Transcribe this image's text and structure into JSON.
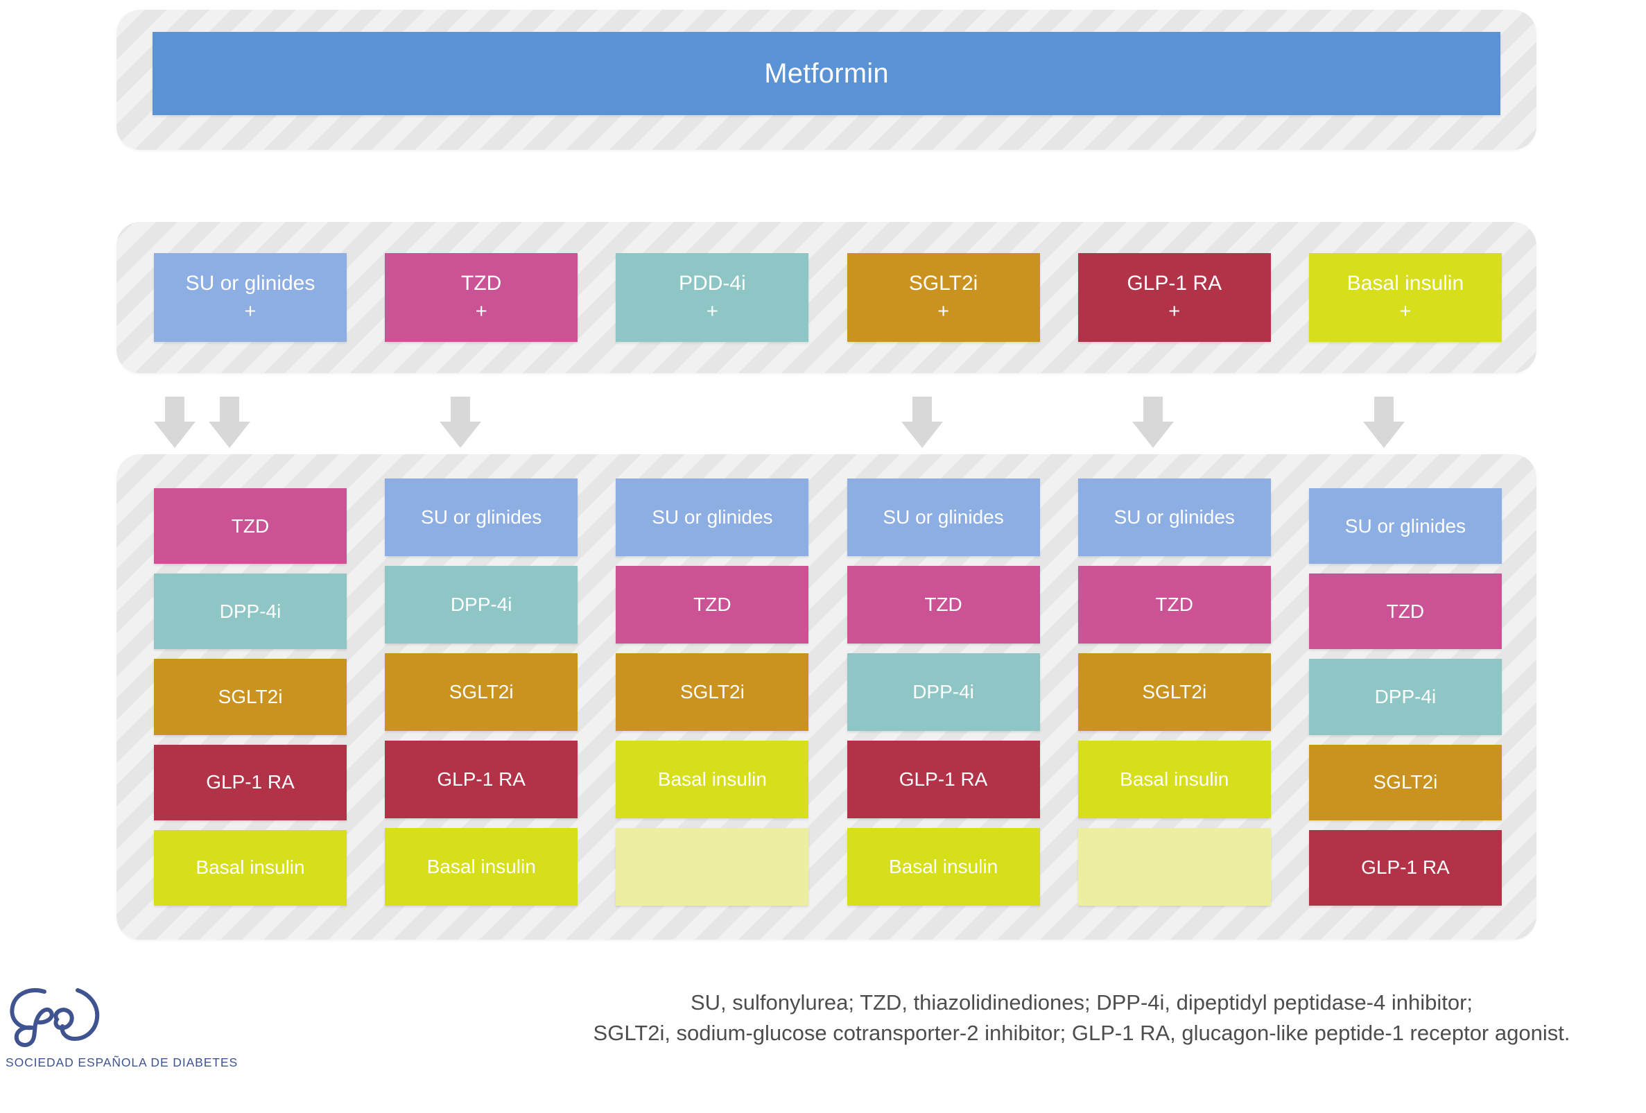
{
  "first_line": {
    "label": "Metformin",
    "color": "#5b92d4"
  },
  "dual_therapy": {
    "items": [
      {
        "drug": "SU or glinides",
        "plus": "+",
        "color": "#8caee2"
      },
      {
        "drug": "TZD",
        "plus": "+",
        "color": "#cb5295"
      },
      {
        "drug": "PDD-4i",
        "plus": "+",
        "color": "#8ec6c5"
      },
      {
        "drug": "SGLT2i",
        "plus": "+",
        "color": "#ca9320"
      },
      {
        "drug": "GLP-1 RA",
        "plus": "+",
        "color": "#b23248"
      },
      {
        "drug": "Basal insulin",
        "plus": "+",
        "color": "#d6df19"
      }
    ]
  },
  "triple_therapy": {
    "columns": [
      {
        "cells": [
          {
            "label": "TZD",
            "color": "#cb5295"
          },
          {
            "label": "DPP-4i",
            "color": "#8ec6c5"
          },
          {
            "label": "SGLT2i",
            "color": "#ca9320"
          },
          {
            "label": "GLP-1 RA",
            "color": "#b23248"
          },
          {
            "label": "Basal insulin",
            "color": "#d6df19"
          }
        ]
      },
      {
        "cells": [
          {
            "label": "SU or glinides",
            "color": "#8caee2"
          },
          {
            "label": "DPP-4i",
            "color": "#8ec6c5"
          },
          {
            "label": "SGLT2i",
            "color": "#ca9320"
          },
          {
            "label": "GLP-1 RA",
            "color": "#b23248"
          },
          {
            "label": "Basal insulin",
            "color": "#d6df19"
          }
        ]
      },
      {
        "cells": [
          {
            "label": "SU or glinides",
            "color": "#8caee2"
          },
          {
            "label": "TZD",
            "color": "#cb5295"
          },
          {
            "label": "SGLT2i",
            "color": "#ca9320"
          },
          {
            "label": "Basal insulin",
            "color": "#d6df19"
          },
          {
            "label": "",
            "color": "#ecefa0"
          }
        ]
      },
      {
        "cells": [
          {
            "label": "SU or glinides",
            "color": "#8caee2"
          },
          {
            "label": "TZD",
            "color": "#cb5295"
          },
          {
            "label": "DPP-4i",
            "color": "#8ec6c5"
          },
          {
            "label": "GLP-1 RA",
            "color": "#b23248"
          },
          {
            "label": "Basal insulin",
            "color": "#d6df19"
          }
        ]
      },
      {
        "cells": [
          {
            "label": "SU or glinides",
            "color": "#8caee2"
          },
          {
            "label": "TZD",
            "color": "#cb5295"
          },
          {
            "label": "SGLT2i",
            "color": "#ca9320"
          },
          {
            "label": "Basal insulin",
            "color": "#d6df19"
          },
          {
            "label": "",
            "color": "#ecefa0"
          }
        ]
      },
      {
        "cells": [
          {
            "label": "SU or glinides",
            "color": "#8caee2"
          },
          {
            "label": "TZD",
            "color": "#cb5295"
          },
          {
            "label": "DPP-4i",
            "color": "#8ec6c5"
          },
          {
            "label": "SGLT2i",
            "color": "#ca9320"
          },
          {
            "label": "GLP-1 RA",
            "color": "#b23248"
          }
        ]
      }
    ]
  },
  "footer": {
    "line1": "SU, sulfonylurea; TZD, thiazolidinediones; DPP-4i, dipeptidyl peptidase-4 inhibitor;",
    "line2": "SGLT2i, sodium-glucose cotransporter-2 inhibitor; GLP-1 RA, glucagon-like peptide-1 receptor agonist."
  },
  "logo": {
    "org_name": "SOCIEDAD ESPAÑOLA DE DIABETES",
    "color": "#3e5390"
  }
}
